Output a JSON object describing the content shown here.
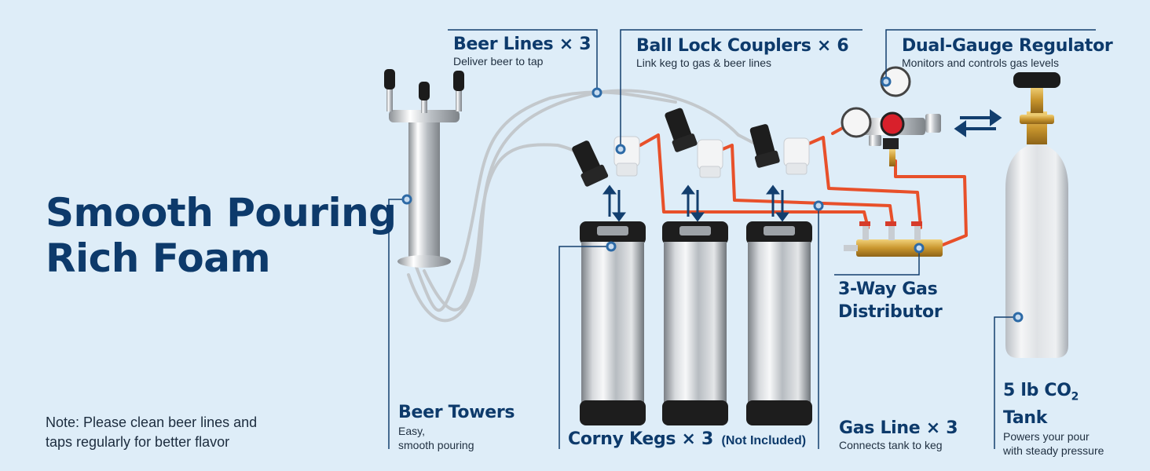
{
  "headline": {
    "line1": "Smooth Pouring",
    "line2": "Rich Foam"
  },
  "note": {
    "line1": "Note: Please clean beer lines and",
    "line2": "taps regularly for better flavor"
  },
  "labels": {
    "beer_lines": {
      "title": "Beer Lines × 3",
      "sub": "Deliver beer to tap"
    },
    "couplers": {
      "title": "Ball Lock Couplers × 6",
      "sub": "Link keg to gas & beer lines"
    },
    "regulator": {
      "title": "Dual-Gauge Regulator",
      "sub": "Monitors and controls gas levels"
    },
    "distributor": {
      "title_line1": "3-Way Gas",
      "title_line2": "Distributor"
    },
    "co2_tank": {
      "title_line1": "5 lb CO",
      "subscript": "2",
      "title_line2": "Tank",
      "sub_line1": "Powers your pour",
      "sub_line2": "with steady pressure"
    },
    "beer_towers": {
      "title": "Beer Towers",
      "sub_line1": "Easy,",
      "sub_line2": "smooth pouring"
    },
    "corny_kegs": {
      "title": "Corny Kegs × 3",
      "note": "(Not Included)"
    },
    "gas_line": {
      "title": "Gas Line × 3",
      "sub": "Connects tank to keg"
    }
  },
  "colors": {
    "background": "#deedf8",
    "navy": "#0d3a6b",
    "gas_line": "#e8502a",
    "beer_line": "#c9cfd3"
  }
}
